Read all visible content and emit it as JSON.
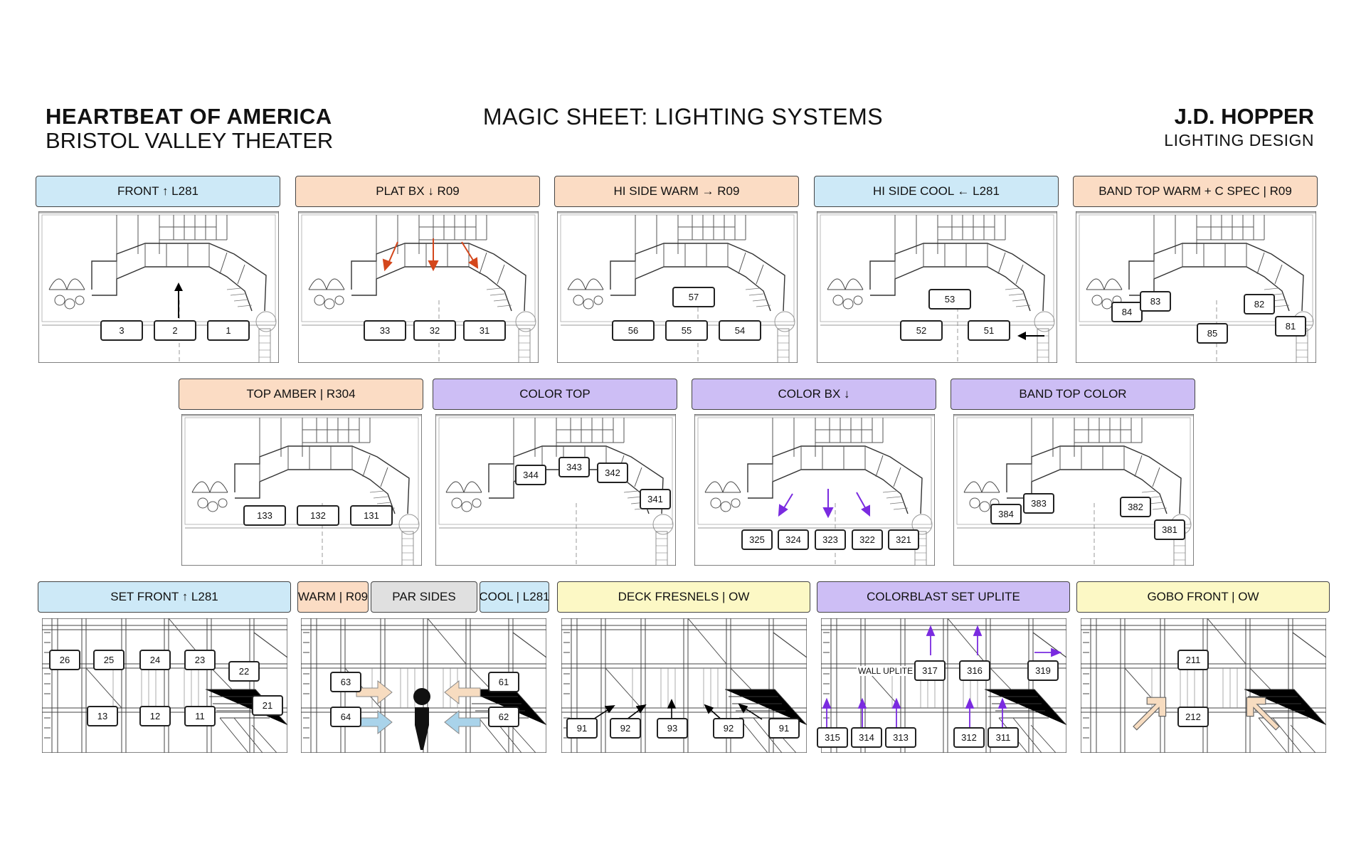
{
  "header": {
    "show": "HEARTBEAT OF AMERICA",
    "venue": "BRISTOL VALLEY THEATER",
    "sheet_title": "MAGIC SHEET: LIGHTING SYSTEMS",
    "designer": "J.D. HOPPER",
    "role": "LIGHTING DESIGN"
  },
  "colors": {
    "blue": "#cde9f7",
    "orange": "#fbdcc4",
    "purple": "#cdbef5",
    "yellow": "#fcf8c5",
    "gray": "#e0e0e0",
    "orange_arrow": "#d4471c",
    "purple_arrow": "#7a2be0",
    "tan": "#f7dcc0",
    "light_blue": "#a9d3ea"
  },
  "row1": [
    {
      "label": "FRONT ↑ L281",
      "channels": [
        "3",
        "2",
        "1"
      ]
    },
    {
      "label": "PLAT BX ↓ R09",
      "channels": [
        "33",
        "32",
        "31"
      ]
    },
    {
      "label": "HI SIDE WARM → R09",
      "channels": [
        "57",
        "56",
        "55",
        "54"
      ]
    },
    {
      "label": "HI SIDE COOL ← L281",
      "channels": [
        "53",
        "52",
        "51"
      ]
    },
    {
      "label": "BAND TOP WARM + C SPEC | R09",
      "channels": [
        "84",
        "83",
        "85",
        "82",
        "81"
      ]
    }
  ],
  "row2": [
    {
      "label": "TOP AMBER | R304",
      "channels": [
        "133",
        "132",
        "131"
      ]
    },
    {
      "label": "COLOR TOP",
      "channels": [
        "344",
        "343",
        "342",
        "341"
      ]
    },
    {
      "label": "COLOR BX ↓",
      "channels": [
        "325",
        "324",
        "323",
        "322",
        "321"
      ]
    },
    {
      "label": "BAND TOP COLOR",
      "channels": [
        "384",
        "383",
        "382",
        "381"
      ]
    }
  ],
  "row3": [
    {
      "label": "SET FRONT ↑ L281",
      "channels": [
        "26",
        "25",
        "24",
        "23",
        "22",
        "21",
        "13",
        "12",
        "11"
      ]
    },
    {
      "label_warm": "WARM | R09",
      "label_par": "PAR SIDES",
      "label_cool": "COOL | L281",
      "channels": [
        "63",
        "64",
        "61",
        "62"
      ]
    },
    {
      "label": "DECK FRESNELS | OW",
      "channels": [
        "91",
        "92",
        "93",
        "92",
        "91"
      ]
    },
    {
      "label": "COLORBLAST SET UPLITE",
      "note": "WALL UPLITE",
      "channels": [
        "317",
        "316",
        "319",
        "315",
        "314",
        "313",
        "312",
        "311"
      ]
    },
    {
      "label": "GOBO FRONT | OW",
      "channels": [
        "211",
        "212"
      ]
    }
  ]
}
